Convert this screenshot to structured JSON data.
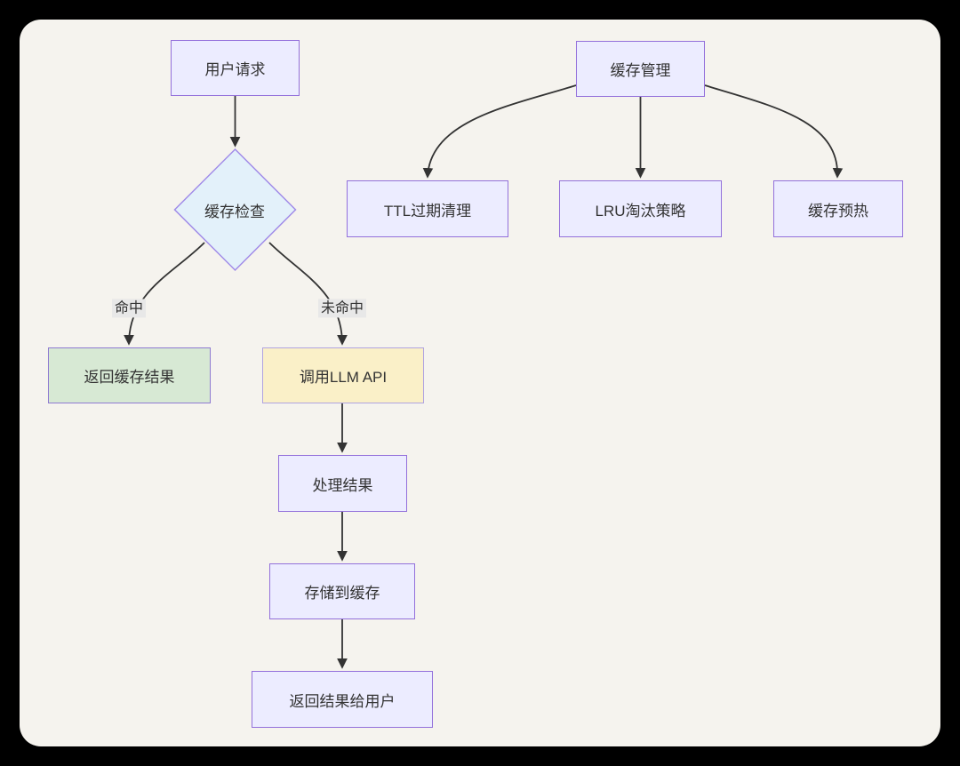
{
  "diagram": {
    "type": "flowchart",
    "nodes": {
      "user_request": {
        "label": "用户请求",
        "shape": "rect",
        "fill": "#ececff"
      },
      "cache_check": {
        "label": "缓存检查",
        "shape": "diamond",
        "fill": "#e3f1fa"
      },
      "return_cached": {
        "label": "返回缓存结果",
        "shape": "rect",
        "fill": "#d7e9d4"
      },
      "call_llm": {
        "label": "调用LLM API",
        "shape": "rect",
        "fill": "#faf0c8"
      },
      "process_result": {
        "label": "处理结果",
        "shape": "rect",
        "fill": "#ececff"
      },
      "store_cache": {
        "label": "存储到缓存",
        "shape": "rect",
        "fill": "#ececff"
      },
      "return_user": {
        "label": "返回结果给用户",
        "shape": "rect",
        "fill": "#ececff"
      },
      "cache_mgmt": {
        "label": "缓存管理",
        "shape": "rect",
        "fill": "#ececff"
      },
      "ttl_cleanup": {
        "label": "TTL过期清理",
        "shape": "rect",
        "fill": "#ececff"
      },
      "lru_policy": {
        "label": "LRU淘汰策略",
        "shape": "rect",
        "fill": "#ececff"
      },
      "cache_warmup": {
        "label": "缓存预热",
        "shape": "rect",
        "fill": "#ececff"
      }
    },
    "edges": {
      "hit_label": "命中",
      "miss_label": "未命中",
      "connections": [
        {
          "from": "user_request",
          "to": "cache_check",
          "label": ""
        },
        {
          "from": "cache_check",
          "to": "return_cached",
          "label": "命中"
        },
        {
          "from": "cache_check",
          "to": "call_llm",
          "label": "未命中"
        },
        {
          "from": "call_llm",
          "to": "process_result",
          "label": ""
        },
        {
          "from": "process_result",
          "to": "store_cache",
          "label": ""
        },
        {
          "from": "store_cache",
          "to": "return_user",
          "label": ""
        },
        {
          "from": "cache_mgmt",
          "to": "ttl_cleanup",
          "label": ""
        },
        {
          "from": "cache_mgmt",
          "to": "lru_policy",
          "label": ""
        },
        {
          "from": "cache_mgmt",
          "to": "cache_warmup",
          "label": ""
        }
      ]
    },
    "colors": {
      "canvas_background": "#f5f3ee",
      "frame_background": "#000000",
      "node_fill": "#ececff",
      "node_border": "#9370db",
      "decision_fill": "#e3f1fa",
      "success_fill": "#d7e9d4",
      "warning_fill": "#faf0c8",
      "edge_label_bg": "#e8e8e8",
      "line_color": "#333333",
      "text_color": "#333333"
    }
  }
}
